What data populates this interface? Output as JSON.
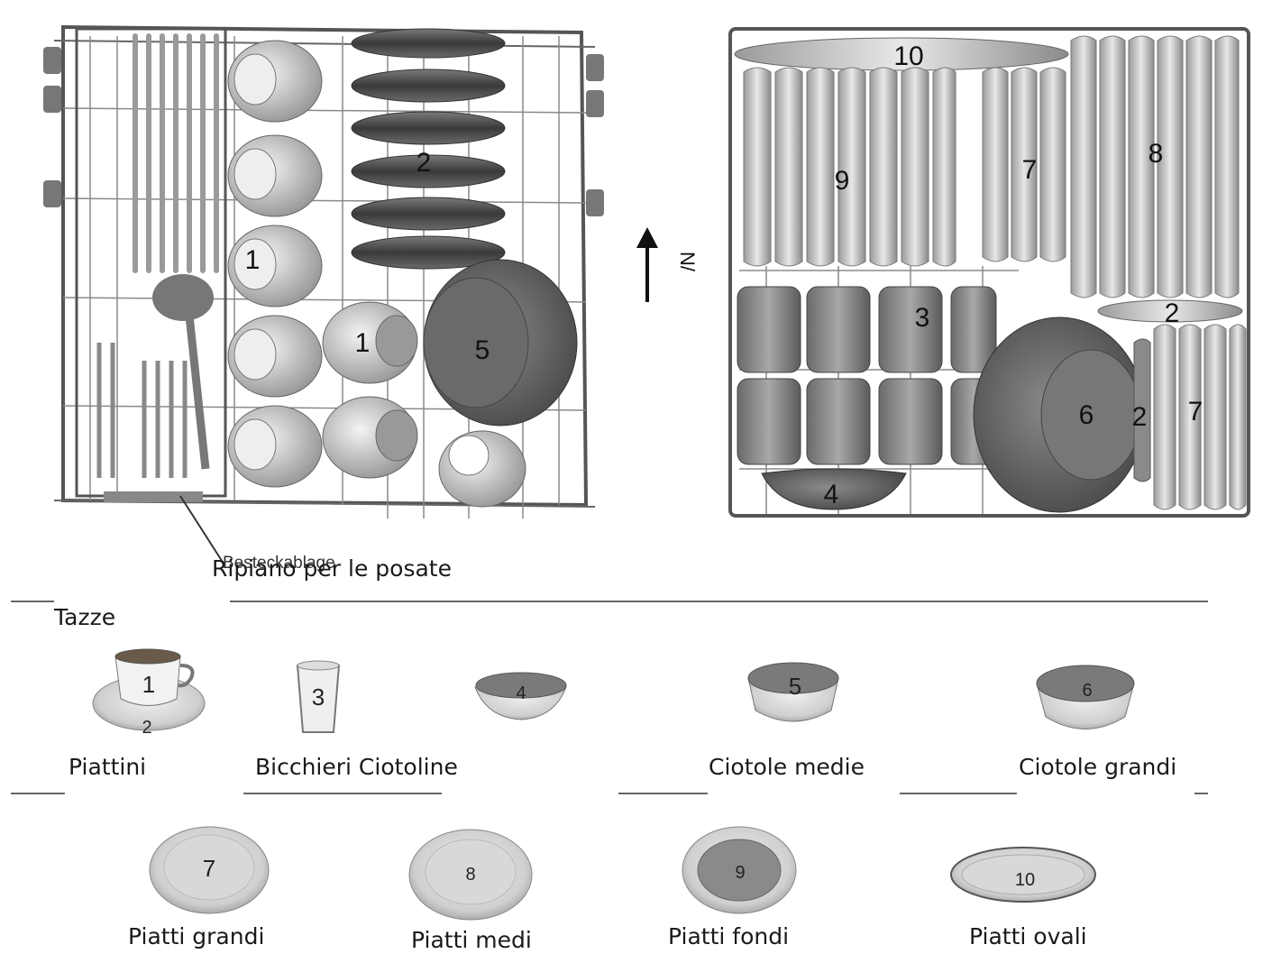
{
  "basket_labels": {
    "cup_a": "1",
    "cup_b": "1",
    "saucers": "2",
    "bowl_medium": "5",
    "glasses": "3",
    "bowl_small": "4",
    "bowl_large": "6",
    "saucer_r1": "2",
    "saucer_r2": "2",
    "plates_large_1": "7",
    "plates_large_2": "7",
    "plates_medium": "8",
    "plates_deep": "9",
    "plate_oval": "10"
  },
  "cutlery_tray": {
    "label_de": "Besteckablage",
    "label_it": "Ripiano per le posate"
  },
  "legend": {
    "row1": [
      {
        "num": "1",
        "num2": "2",
        "caption": "Tazze"
      },
      {
        "num": "",
        "caption": "Piattini"
      },
      {
        "num": "3",
        "caption": "Bicchieri Ciotoline"
      },
      {
        "num": "4",
        "caption": ""
      },
      {
        "num": "5",
        "caption": "Ciotole medie"
      },
      {
        "num": "6",
        "caption": "Ciotole grandi"
      }
    ],
    "row2": [
      {
        "num": "7",
        "caption": "Piatti grandi"
      },
      {
        "num": "8",
        "caption": "Piatti medi"
      },
      {
        "num": "9",
        "caption": "Piatti fondi"
      },
      {
        "num": "10",
        "caption": "Piatti ovali"
      }
    ]
  },
  "arrow_label": "N/"
}
